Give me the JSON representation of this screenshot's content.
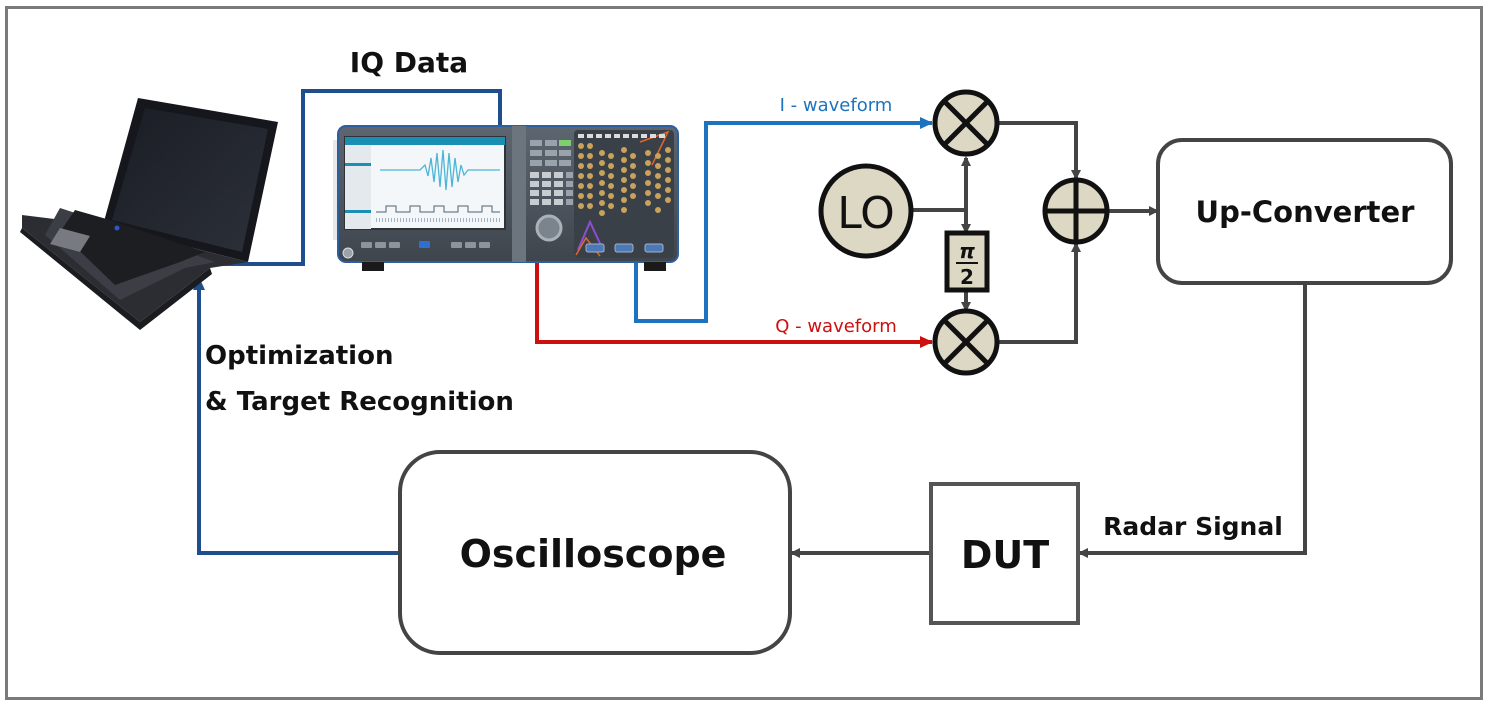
{
  "diagram": {
    "title": "Radar waveform generation and target recognition test setup",
    "labels": {
      "iq_data": "IQ Data",
      "i_waveform": "I - waveform",
      "q_waveform": "Q - waveform",
      "lo": "LO",
      "phase_shift_num": "π",
      "phase_shift_den": "2",
      "up_converter": "Up-Converter",
      "radar_signal": "Radar Signal",
      "dut": "DUT",
      "oscilloscope": "Oscilloscope",
      "feedback_line1": "Optimization",
      "feedback_line2": "& Target Recognition"
    },
    "devices": {
      "laptop": "laptop-computer",
      "awg": "arbitrary-waveform-generator",
      "awg_screen": "waveform-display"
    },
    "colors": {
      "iq_link": "#1f4e8c",
      "i_path": "#1e73be",
      "q_path": "#cc1010",
      "signal_path": "#444444",
      "mixer_fill": "#ddd8c4",
      "box_stroke": "#444444",
      "frame": "#7a7a7a"
    },
    "nodes": [
      {
        "id": "laptop",
        "label": "Laptop"
      },
      {
        "id": "awg",
        "label": "Arbitrary Waveform Generator"
      },
      {
        "id": "mixer_i",
        "label": "⊗"
      },
      {
        "id": "mixer_q",
        "label": "⊗"
      },
      {
        "id": "lo",
        "label": "LO"
      },
      {
        "id": "phase",
        "label": "π/2"
      },
      {
        "id": "summer",
        "label": "⊕"
      },
      {
        "id": "up_converter",
        "label": "Up-Converter"
      },
      {
        "id": "dut",
        "label": "DUT"
      },
      {
        "id": "oscilloscope",
        "label": "Oscilloscope"
      }
    ],
    "edges": [
      {
        "from": "laptop",
        "to": "awg",
        "label": "IQ Data"
      },
      {
        "from": "awg",
        "to": "mixer_i",
        "label": "I - waveform"
      },
      {
        "from": "awg",
        "to": "mixer_q",
        "label": "Q - waveform"
      },
      {
        "from": "lo",
        "to": "mixer_i",
        "label": ""
      },
      {
        "from": "lo",
        "to": "phase",
        "label": ""
      },
      {
        "from": "phase",
        "to": "mixer_q",
        "label": ""
      },
      {
        "from": "mixer_i",
        "to": "summer",
        "label": ""
      },
      {
        "from": "mixer_q",
        "to": "summer",
        "label": ""
      },
      {
        "from": "summer",
        "to": "up_converter",
        "label": ""
      },
      {
        "from": "up_converter",
        "to": "dut",
        "label": "Radar Signal"
      },
      {
        "from": "dut",
        "to": "oscilloscope",
        "label": ""
      },
      {
        "from": "oscilloscope",
        "to": "laptop",
        "label": "Optimization & Target Recognition"
      }
    ]
  }
}
